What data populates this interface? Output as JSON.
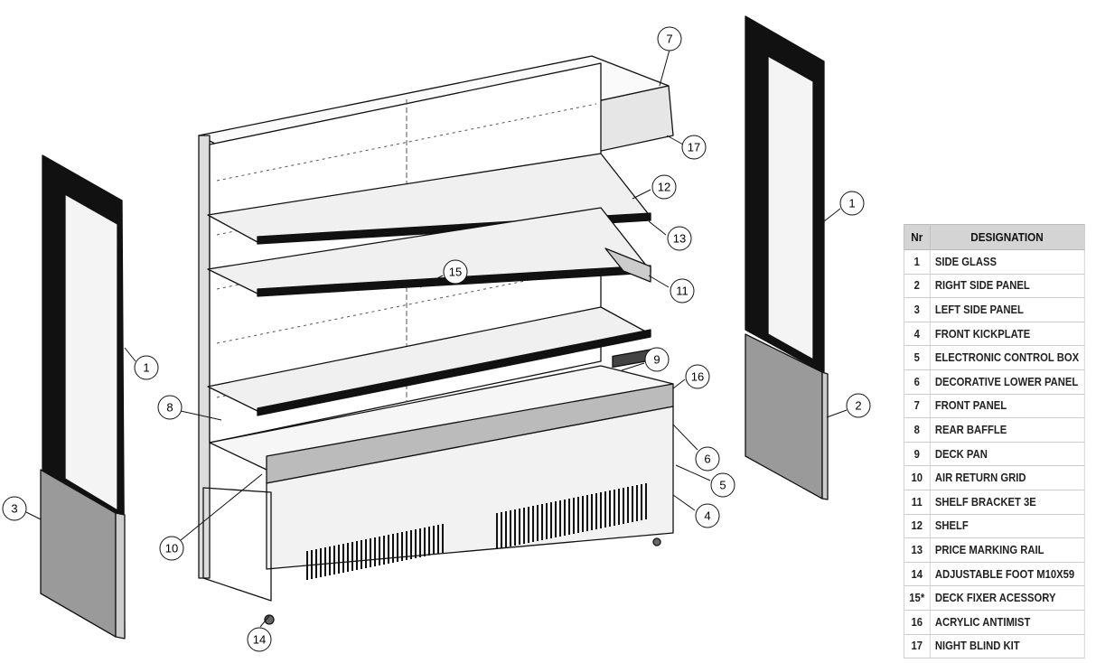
{
  "table": {
    "headers": {
      "nr": "Nr",
      "designation": "DESIGNATION"
    },
    "rows": [
      {
        "nr": "1",
        "designation": "SIDE GLASS"
      },
      {
        "nr": "2",
        "designation": "RIGHT SIDE PANEL"
      },
      {
        "nr": "3",
        "designation": "LEFT SIDE PANEL"
      },
      {
        "nr": "4",
        "designation": "FRONT KICKPLATE"
      },
      {
        "nr": "5",
        "designation": "ELECTRONIC CONTROL BOX"
      },
      {
        "nr": "6",
        "designation": "DECORATIVE LOWER PANEL"
      },
      {
        "nr": "7",
        "designation": "FRONT PANEL"
      },
      {
        "nr": "8",
        "designation": "REAR BAFFLE"
      },
      {
        "nr": "9",
        "designation": "DECK PAN"
      },
      {
        "nr": "10",
        "designation": "AIR RETURN GRID"
      },
      {
        "nr": "11",
        "designation": "SHELF BRACKET 3E"
      },
      {
        "nr": "12",
        "designation": "SHELF"
      },
      {
        "nr": "13",
        "designation": "PRICE MARKING RAIL"
      },
      {
        "nr": "14",
        "designation": "ADJUSTABLE FOOT M10X59"
      },
      {
        "nr": "15*",
        "designation": "DECK FIXER ACESSORY"
      },
      {
        "nr": "16",
        "designation": "ACRYLIC ANTIMIST"
      },
      {
        "nr": "17",
        "designation": "NIGHT BLIND KIT"
      }
    ]
  },
  "callouts": {
    "c7": "7",
    "c17": "17",
    "c12": "12",
    "c13": "13",
    "c15": "15",
    "c11": "11",
    "c9": "9",
    "c16": "16",
    "c6": "6",
    "c5": "5",
    "c4": "4",
    "c8": "8",
    "c10": "10",
    "c14": "14",
    "c1_left": "1",
    "c3": "3",
    "c1_right": "1",
    "c2": "2"
  }
}
